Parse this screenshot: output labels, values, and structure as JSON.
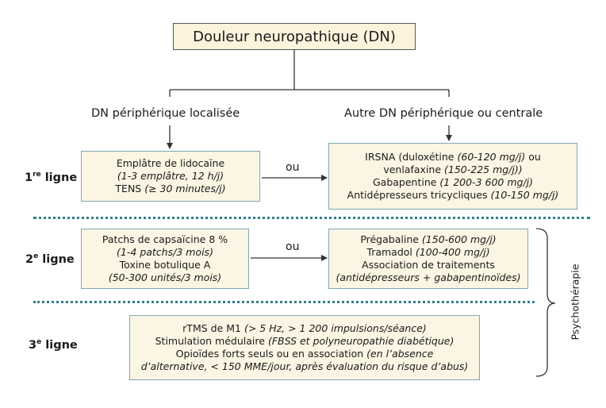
{
  "title": "Douleur neuropathique (DN)",
  "branches": {
    "left": "DN périphérique localisée",
    "right": "Autre DN périphérique ou centrale"
  },
  "or_label": "ou",
  "lines": {
    "first": {
      "num": "1",
      "sup": "re",
      "suffix": " ligne"
    },
    "second": {
      "num": "2",
      "sup": "e",
      "suffix": " ligne"
    },
    "third": {
      "num": "3",
      "sup": "e",
      "suffix": " ligne"
    }
  },
  "boxes": {
    "l1_left": {
      "a": "Emplâtre de lidocaïne",
      "b": "(1-3 emplâtre, 12 h/j)",
      "c_main": "TENS ",
      "c_italic": "(≥ 30 minutes/j)"
    },
    "l1_right": {
      "a_main": "IRSNA (duloxétine ",
      "a_italic": "(60-120 mg/j)",
      "a_tail": " ou",
      "b_main": "venlafaxine ",
      "b_italic": "(150-225 mg/j))",
      "c_main": "Gabapentine ",
      "c_italic": "(1 200-3 600 mg/j)",
      "d_main": "Antidépresseurs tricycliques ",
      "d_italic": "(10-150 mg/j)"
    },
    "l2_left": {
      "a": "Patchs de capsaïcine 8 %",
      "b": "(1-4 patchs/3 mois)",
      "c": "Toxine botulique A",
      "d": "(50-300 unités/3 mois)"
    },
    "l2_right": {
      "a_main": "Prégabaline ",
      "a_italic": "(150-600 mg/j)",
      "b_main": "Tramadol ",
      "b_italic": "(100-400 mg/j)",
      "c": "Association de traitements",
      "d": "(antidépresseurs + gabapentinoïdes)"
    },
    "l3": {
      "a_main": "rTMS de M1 ",
      "a_italic": "(> 5 Hz, > 1 200 impulsions/séance)",
      "b_main": "Stimulation médulaire ",
      "b_italic": "(FBSS et polyneuropathie diabétique)",
      "c_main": "Opioïdes forts seuls ou en association ",
      "c_italic": "(en l’absence",
      "d": "d’alternative, < 150 MME/jour, après évaluation du risque d’abus)"
    }
  },
  "side_label": "Psychothérapie",
  "colors": {
    "box_fill": "#fbf5e3",
    "box_border": "#7aa9b5",
    "dotted": "#2f7f8c"
  }
}
